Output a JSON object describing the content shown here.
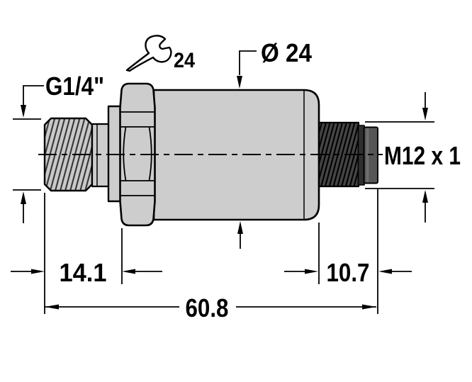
{
  "drawing": {
    "type": "technical-dimension-drawing",
    "subject": "pressure-transmitter-side-view",
    "labels": {
      "process_thread": "G1/4\"",
      "wrench_size": "24",
      "body_diameter": "Ø 24",
      "connector_thread": "M12 x 1"
    },
    "dimensions": {
      "thread_length": "14.1",
      "connector_length": "10.7",
      "overall_length": "60.8"
    },
    "icons": {
      "wrench": "wrench-icon"
    },
    "colors": {
      "background": "#ffffff",
      "metal_light": "#cdcdcd",
      "thread_base": "#c9c9c9",
      "hatch_line": "#2e2e2e",
      "connector_base": "#454545",
      "connector_ring": "#303030",
      "connector_tip": "#565656",
      "tip_highlight": "#6f6f6f",
      "outline": "#000000"
    }
  }
}
